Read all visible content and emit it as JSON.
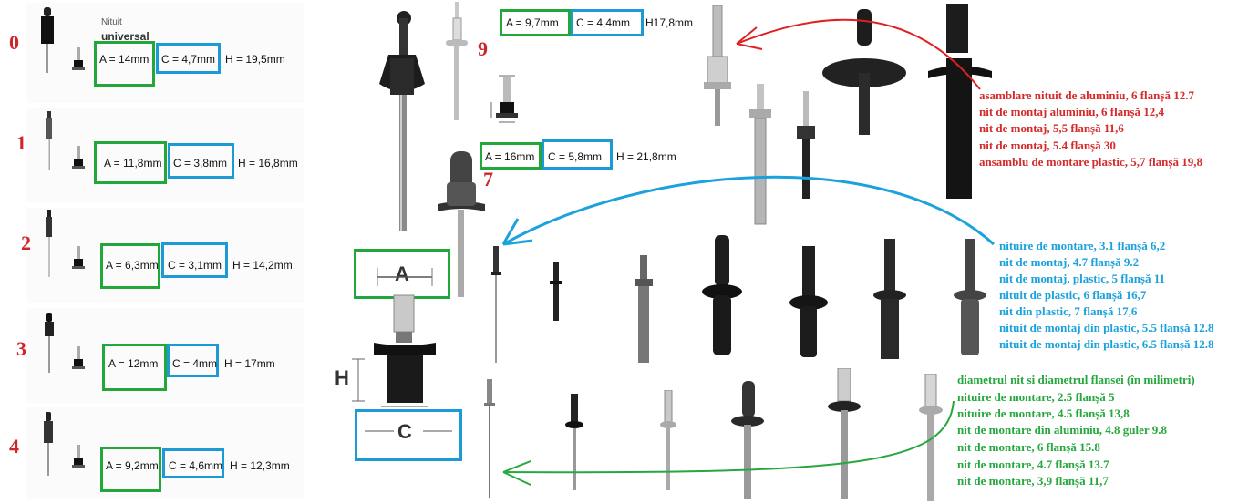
{
  "header": {
    "line1": "Nituit",
    "line2": "universal"
  },
  "rows": [
    {
      "number": "0",
      "a": "A = 14mm",
      "c": "C = 4,7mm",
      "h": "H = 19,5mm"
    },
    {
      "number": "1",
      "a": "A = 11,8mm",
      "c": "C = 3,8mm",
      "h": "H = 16,8mm"
    },
    {
      "number": "2",
      "a": "A = 6,3mm",
      "c": "C = 3,1mm",
      "h": "H = 14,2mm"
    },
    {
      "number": "3",
      "a": "A = 12mm",
      "c": "C = 4mm",
      "h": "H = 17mm"
    },
    {
      "number": "4",
      "a": "A = 9,2mm",
      "c": "C = 4,6mm",
      "h": "H = 12,3mm"
    }
  ],
  "item9": {
    "number": "9",
    "a": "A = 9,7mm",
    "c": "C = 4,4mm",
    "h": "H17,8mm"
  },
  "item7": {
    "number": "7",
    "a": "A = 16mm",
    "c": "C = 5,8mm",
    "h": "H = 21,8mm"
  },
  "diagram": {
    "a_letter": "A",
    "c_letter": "C",
    "h_letter": "H"
  },
  "red_list": [
    "asamblare nituit de aluminiu, 6 flanșă 12.7",
    "nit de montaj aluminiu, 6 flanșă 12,4",
    "nit de montaj, 5,5 flanșă 11,6",
    "nit de montaj, 5.4 flanșă 30",
    "ansamblu de montare plastic, 5,7 flanșă 19,8"
  ],
  "blue_list": [
    "nituire de montare, 3.1 flanșă 6,2",
    "nit de montaj, 4.7 flanșă 9.2",
    "nit de montaj, plastic, 5 flanșă 11",
    "nituit de plastic, 6 flanșă 16,7",
    "nit din plastic, 7 flanșă 17,6",
    "nituit de montaj din plastic, 5.5 flanșă 12.8",
    "nituit de montaj din plastic, 6.5 flanșă 12.8"
  ],
  "green_list": [
    "diametrul nit si diametrul flansei (în milimetri)",
    "nituire de montare, 2.5 flanșă 5",
    "nituire de montare, 4.5 flanșă 13,8",
    "nit de montare din aluminiu, 4.8 guler 9.8",
    "nit de montare, 6 flanșă 15.8",
    "nit de montare, 4.7 flanșă 13.7",
    "nit de montare, 3,9 flanșă 11,7"
  ],
  "colors": {
    "red": "#d52a2a",
    "blue": "#1ba2dc",
    "green": "#26a83e"
  }
}
